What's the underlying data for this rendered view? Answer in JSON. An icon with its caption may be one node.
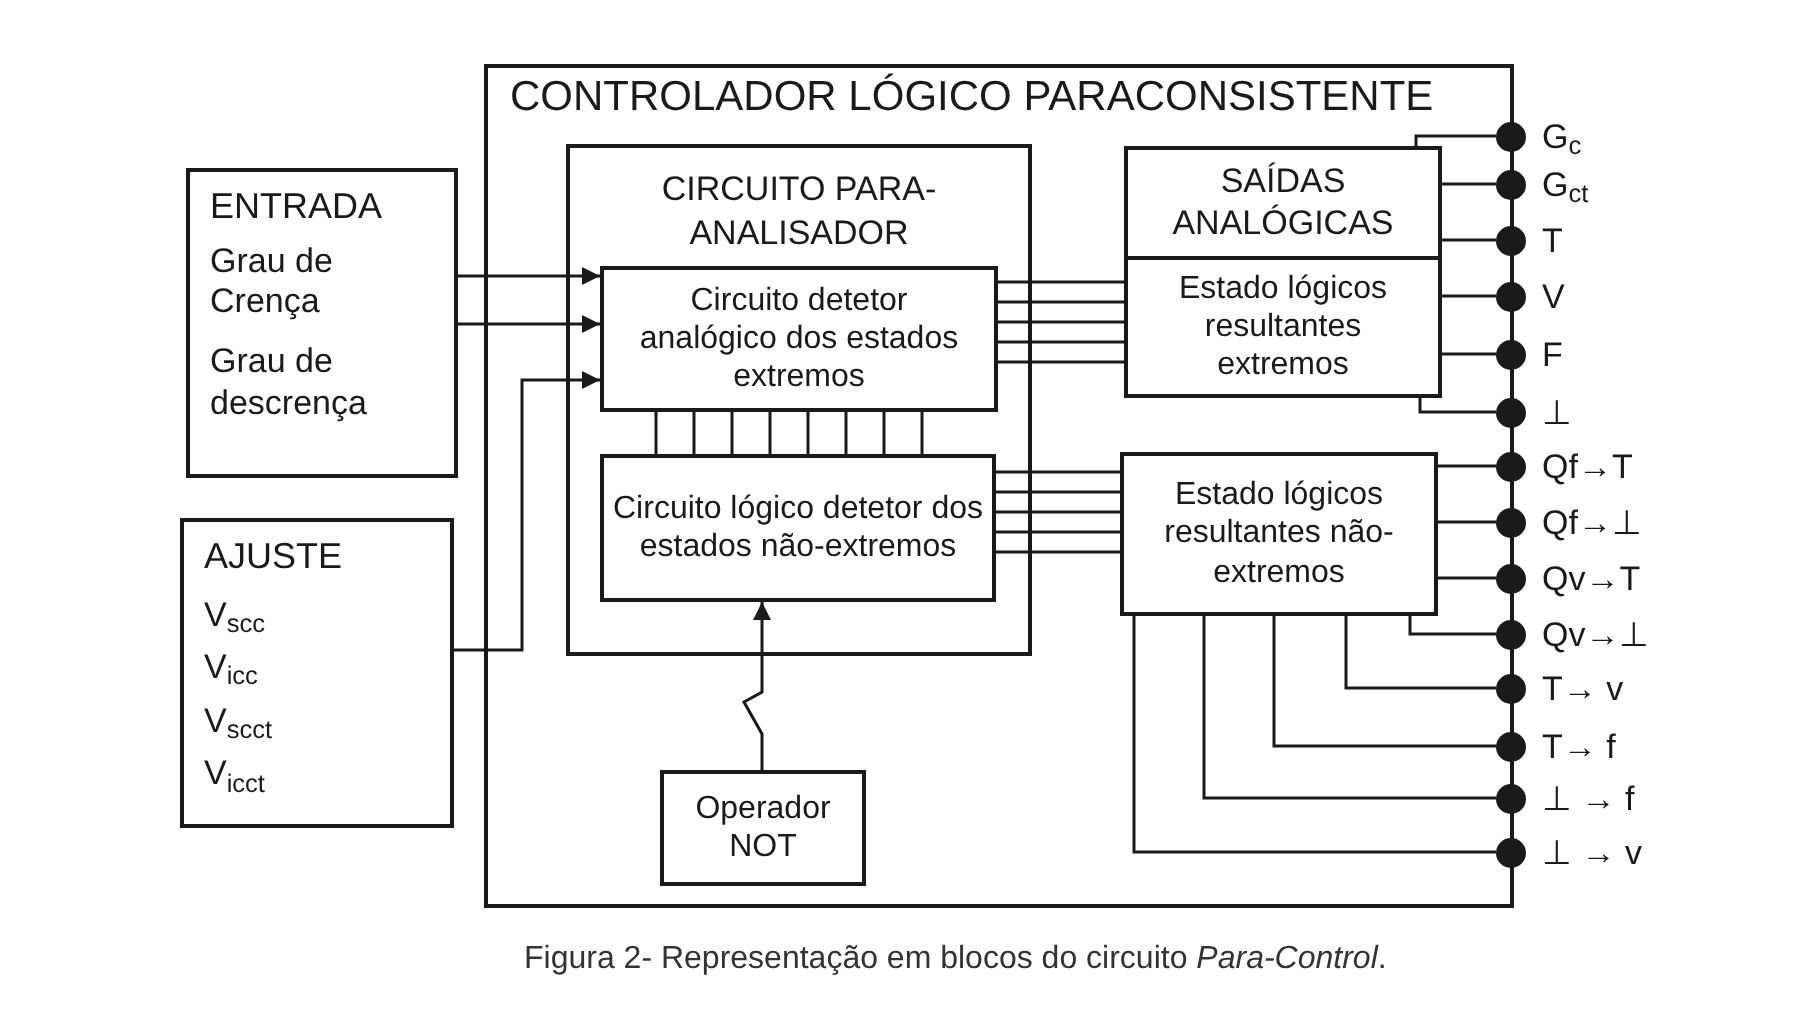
{
  "diagram": {
    "caption": "Figura 2-  Representação em blocos do circuito *Para-Control*.",
    "nodes": [
      {
        "text": [
          "CONTROLADOR LÓGICO PARACONSISTENTE"
        ]
      },
      {
        "text": [
          "ENTRADA",
          "Grau de Crença",
          "Grau de descrença"
        ]
      },
      {
        "text": [
          "AJUSTE",
          "V$_{scc}$",
          "V$_{icc}$",
          "V$_{scct}$",
          "V$_{icct}$"
        ]
      },
      {
        "text": [
          "CIRCUITO PARA-ANALISADOR"
        ],
        "in": 0
      },
      {
        "text": [
          "Circuito detetor analógico dos estados extremos"
        ],
        "in": 3
      },
      {
        "text": [
          "Circuito lógico detetor dos estados não-extremos"
        ],
        "in": 3
      },
      {
        "text": [
          "Operador NOT"
        ],
        "in": 0
      },
      {
        "text": [
          "SAÍDAS ANALÓGICAS"
        ],
        "in": 0
      },
      {
        "text": [
          "Estado lógicos resultantes extremos"
        ],
        "in": 0
      },
      {
        "text": [
          "Estado lógicos resultantes não-extremos"
        ],
        "in": 0
      },
      {
        "text": [
          "G$_{c}$"
        ]
      },
      {
        "text": [
          "G$_{ct}$"
        ]
      },
      {
        "text": [
          "T"
        ]
      },
      {
        "text": [
          "V"
        ]
      },
      {
        "text": [
          "F"
        ]
      },
      {
        "text": [
          "⊥"
        ]
      },
      {
        "text": [
          "Qf→T"
        ]
      },
      {
        "text": [
          "Qf→⊥"
        ]
      },
      {
        "text": [
          "Qv→T"
        ]
      },
      {
        "text": [
          "Qv→⊥"
        ]
      },
      {
        "text": [
          "T→ v"
        ]
      },
      {
        "text": [
          "T→ f"
        ]
      },
      {
        "text": [
          "⊥ → f"
        ]
      },
      {
        "text": [
          "⊥ → v"
        ]
      }
    ],
    "edges": [
      {
        "from": 1,
        "to": 4,
        "arrow": "to"
      },
      {
        "from": 1,
        "to": 4,
        "arrow": "to"
      },
      {
        "from": 2,
        "to": 4,
        "arrow": "to"
      },
      {
        "from": 4,
        "to": 8,
        "arrow": "none"
      },
      {
        "from": 4,
        "to": 5,
        "arrow": "none"
      },
      {
        "from": 5,
        "to": 9,
        "arrow": "none"
      },
      {
        "from": 6,
        "to": 5,
        "arrow": "to"
      },
      {
        "from": 7,
        "to": 10,
        "arrow": "none"
      },
      {
        "from": 7,
        "to": 11,
        "arrow": "none"
      },
      {
        "from": 7,
        "to": 12,
        "arrow": "none"
      },
      {
        "from": 8,
        "to": 13,
        "arrow": "none"
      },
      {
        "from": 8,
        "to": 14,
        "arrow": "none"
      },
      {
        "from": 8,
        "to": 15,
        "arrow": "none"
      },
      {
        "from": 9,
        "to": 16,
        "arrow": "none"
      },
      {
        "from": 9,
        "to": 17,
        "arrow": "none"
      },
      {
        "from": 9,
        "to": 18,
        "arrow": "none"
      },
      {
        "from": 9,
        "to": 19,
        "arrow": "none"
      },
      {
        "from": 9,
        "to": 20,
        "arrow": "none"
      },
      {
        "from": 9,
        "to": 21,
        "arrow": "none"
      },
      {
        "from": 9,
        "to": 22,
        "arrow": "none"
      },
      {
        "from": 9,
        "to": 23,
        "arrow": "none"
      }
    ]
  }
}
